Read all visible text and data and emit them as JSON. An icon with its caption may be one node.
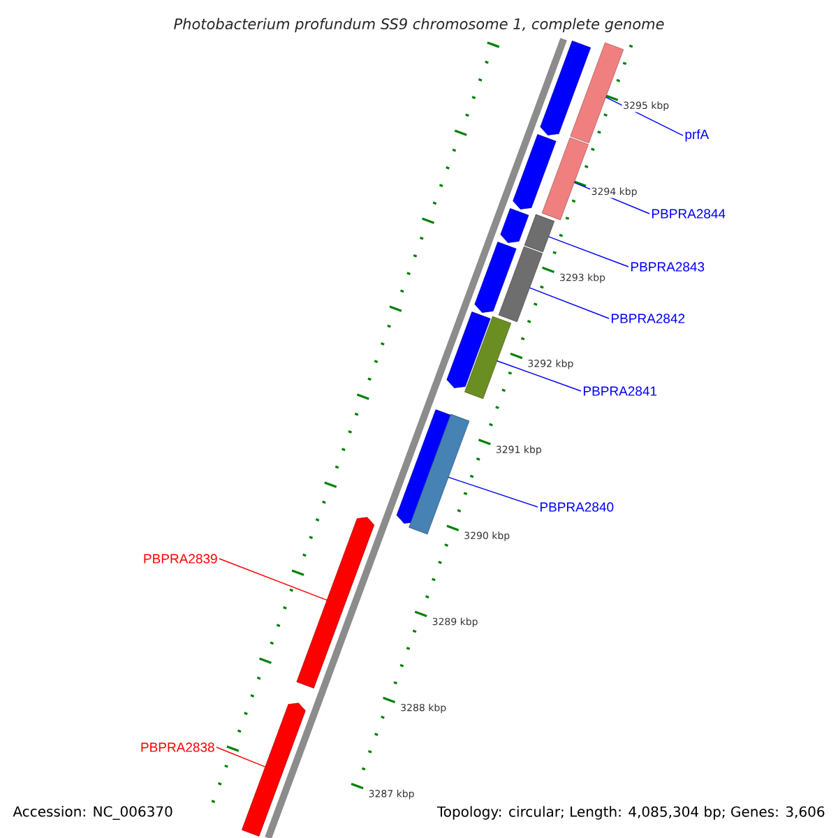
{
  "diagram": {
    "title": "Photobacterium profundum SS9 chromosome 1, complete genome",
    "nodes": [
      {
        "text": [],
        "shape": "bar"
      },
      {
        "text": [],
        "shape": "bar"
      },
      {
        "text": [
          "prfA"
        ]
      },
      {
        "text": [],
        "shape": "bar"
      },
      {
        "text": [],
        "shape": "bar"
      },
      {
        "text": [
          "PBPRA2844"
        ]
      },
      {
        "text": [],
        "shape": "bar"
      },
      {
        "text": [],
        "shape": "bar"
      },
      {
        "text": [
          "PBPRA2843"
        ]
      },
      {
        "text": [],
        "shape": "bar"
      },
      {
        "text": [],
        "shape": "bar"
      },
      {
        "text": [
          "PBPRA2842"
        ]
      },
      {
        "text": [],
        "shape": "bar"
      },
      {
        "text": [],
        "shape": "bar"
      },
      {
        "text": [
          "PBPRA2841"
        ]
      },
      {
        "text": [],
        "shape": "bar"
      },
      {
        "text": [],
        "shape": "bar"
      },
      {
        "text": [
          "PBPRA2840"
        ]
      },
      {
        "text": [
          "PBPRA2839"
        ]
      },
      {
        "text": [],
        "shape": "bar"
      },
      {
        "text": [
          "PBPRA2838"
        ]
      },
      {
        "text": [],
        "shape": "bar"
      }
    ],
    "edges": [
      {
        "from": 2,
        "to": 1,
        "arrow": "none"
      },
      {
        "from": 5,
        "to": 4,
        "arrow": "none"
      },
      {
        "from": 8,
        "to": 7,
        "arrow": "none"
      },
      {
        "from": 11,
        "to": 10,
        "arrow": "none"
      },
      {
        "from": 14,
        "to": 13,
        "arrow": "none"
      },
      {
        "from": 17,
        "to": 16,
        "arrow": "none"
      },
      {
        "from": 18,
        "to": 19,
        "arrow": "none",
        "color": "#ff0000"
      },
      {
        "from": 20,
        "to": 21,
        "arrow": "none",
        "color": "#ff0000"
      }
    ],
    "labels": [
      "3295 kbp",
      "3294 kbp",
      "3293 kbp",
      "3292 kbp",
      "3291 kbp",
      "3290 kbp",
      "3289 kbp",
      "3288 kbp",
      "3287 kbp",
      "Accession: NC_006370",
      "Topology: circular; Length: 4,085,304 bp; Genes: 3,606"
    ]
  }
}
